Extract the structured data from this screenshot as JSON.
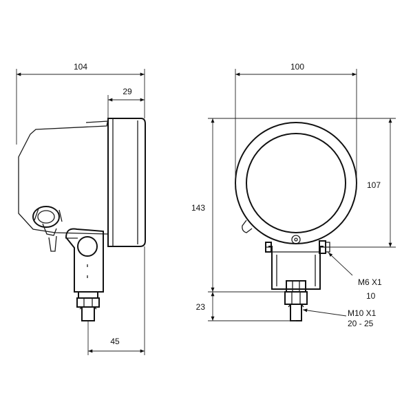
{
  "side_view": {
    "dim_overall_width": "104",
    "dim_housing_depth": "29",
    "dim_bracket_offset": "45"
  },
  "front_view": {
    "dim_width": "100",
    "dim_total_height": "143",
    "dim_lens_height": "107",
    "dim_stud_height": "23",
    "callout_small_bolt_size": "M6 X1",
    "callout_small_bolt_torque": "10",
    "callout_stud_size": "M10 X1",
    "callout_stud_torque": "20 - 25"
  }
}
